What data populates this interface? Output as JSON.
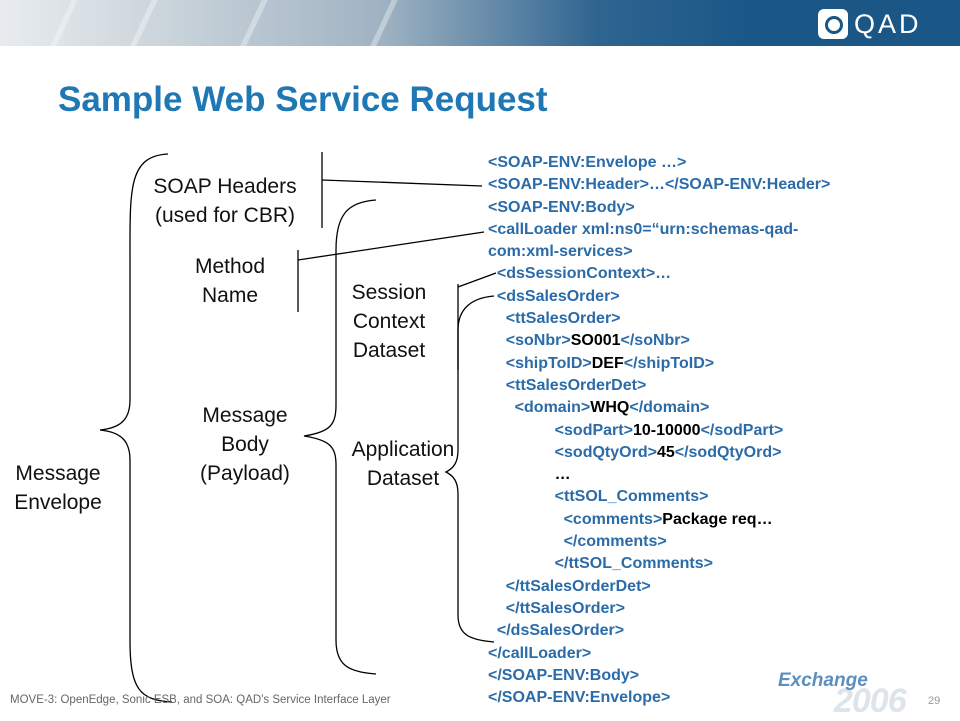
{
  "header": {
    "logo_text": "QAD"
  },
  "title": "Sample Web Service Request",
  "labels": {
    "soap_headers": [
      "SOAP Headers",
      "(used for CBR)"
    ],
    "method_name": [
      "Method",
      "Name"
    ],
    "session_context": [
      "Session",
      "Context",
      "Dataset"
    ],
    "message_body": [
      "Message",
      "Body",
      "(Payload)"
    ],
    "application_dataset": [
      "Application",
      "Dataset"
    ],
    "message_envelope": [
      "Message",
      "Envelope"
    ]
  },
  "code_lines": [
    [
      {
        "t": "t",
        "s": "<SOAP-ENV:Envelope …>"
      }
    ],
    [
      {
        "t": "t",
        "s": "<SOAP-ENV:Header>…</SOAP-ENV:Header>"
      }
    ],
    [
      {
        "t": "t",
        "s": "<SOAP-ENV:Body>"
      }
    ],
    [
      {
        "t": "t",
        "s": "<callLoader xml:ns0=“urn:schemas-qad-"
      }
    ],
    [
      {
        "t": "t",
        "s": "com:xml-services>"
      }
    ],
    [
      {
        "t": "t",
        "s": "  <dsSessionContext>…"
      }
    ],
    [
      {
        "t": "t",
        "s": "  <dsSalesOrder>"
      }
    ],
    [
      {
        "t": "t",
        "s": "    <ttSalesOrder>"
      }
    ],
    [
      {
        "t": "t",
        "s": "    <soNbr>"
      },
      {
        "t": "v",
        "s": "SO001"
      },
      {
        "t": "t",
        "s": "</soNbr>"
      }
    ],
    [
      {
        "t": "t",
        "s": "    <shipToID>"
      },
      {
        "t": "v",
        "s": "DEF"
      },
      {
        "t": "t",
        "s": "</shipToID>"
      }
    ],
    [
      {
        "t": "t",
        "s": "    <ttSalesOrderDet>"
      }
    ],
    [
      {
        "t": "t",
        "s": "      <domain>"
      },
      {
        "t": "v",
        "s": "WHQ"
      },
      {
        "t": "t",
        "s": "</domain>"
      }
    ],
    [
      {
        "t": "t",
        "s": "               <sodPart>"
      },
      {
        "t": "v",
        "s": "10-10000"
      },
      {
        "t": "t",
        "s": "</sodPart>"
      }
    ],
    [
      {
        "t": "t",
        "s": "               <sodQtyOrd>"
      },
      {
        "t": "v",
        "s": "45"
      },
      {
        "t": "t",
        "s": "</sodQtyOrd>"
      }
    ],
    [
      {
        "t": "v",
        "s": "               …"
      }
    ],
    [
      {
        "t": "t",
        "s": "               <ttSOL_Comments>"
      }
    ],
    [
      {
        "t": "t",
        "s": "                 <comments>"
      },
      {
        "t": "v",
        "s": "Package req…"
      }
    ],
    [
      {
        "t": "t",
        "s": "                 </comments>"
      }
    ],
    [
      {
        "t": "t",
        "s": "               </ttSOL_Comments>"
      }
    ],
    [
      {
        "t": "t",
        "s": "    </ttSalesOrderDet>"
      }
    ],
    [
      {
        "t": "t",
        "s": "    </ttSalesOrder>"
      }
    ],
    [
      {
        "t": "t",
        "s": "  </dsSalesOrder>"
      }
    ],
    [
      {
        "t": "t",
        "s": "</callLoader>"
      }
    ],
    [
      {
        "t": "t",
        "s": "</SOAP-ENV:Body>"
      }
    ],
    [
      {
        "t": "t",
        "s": "</SOAP-ENV:Envelope>"
      }
    ]
  ],
  "footer": {
    "text": "MOVE-3: OpenEdge, Sonic ESB, and SOA: QAD's Service Interface Layer",
    "page_number": "29"
  },
  "event_logo": {
    "word": "Exchange",
    "year": "2006"
  },
  "colors": {
    "title": "#1f77b4",
    "tag": "#2a6ba8",
    "banner": "#1a5787"
  }
}
